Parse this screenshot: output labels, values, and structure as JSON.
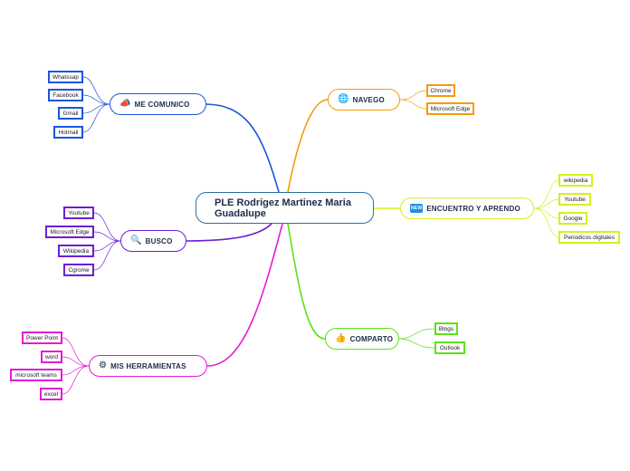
{
  "central": {
    "title": "PLE Rodrigez Martinez Maria Guadalupe"
  },
  "branches": [
    {
      "label": "ME COMUNICO",
      "icon": "megaphone-icon",
      "color": "#1a56db",
      "items": [
        "Whatssap",
        "Facebook",
        "Gmail",
        "Hotmail"
      ]
    },
    {
      "label": "BUSCO",
      "icon": "magnifier-icon",
      "color": "#6a1ed6",
      "items": [
        "Youtube",
        "Microsoft Edge",
        "Wikipedia",
        "Cgrome"
      ]
    },
    {
      "label": "MIS HERRAMIENTAS",
      "icon": "gear-icon",
      "color": "#e21bd6",
      "items": [
        "Power Point",
        "word",
        "microsoft teams",
        "excel"
      ]
    },
    {
      "label": "NAVEGO",
      "icon": "globe-icon",
      "color": "#f59a0b",
      "items": [
        "Chrome",
        "Microsoft Edge"
      ]
    },
    {
      "label": "ENCUENTRO Y APRENDO",
      "icon": "new-badge-icon",
      "color": "#d6f01c",
      "items": [
        "wikipedia",
        "Youtube",
        "Google",
        "Periodicos digitales"
      ]
    },
    {
      "label": "COMPARTO",
      "icon": "thumbs-up-icon",
      "color": "#5ae21a",
      "items": [
        "Blogs",
        "Outlook"
      ]
    }
  ]
}
